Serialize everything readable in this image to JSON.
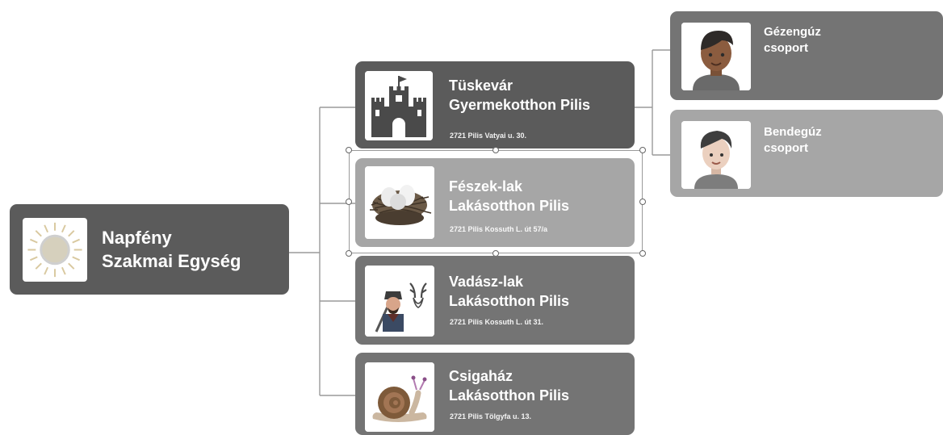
{
  "root": {
    "line1": "Napfény",
    "line2": "Szakmai Egység",
    "icon": "sun-icon"
  },
  "units": [
    {
      "line1": "Tüskevár",
      "line2": "Gyermekotthon Pilis",
      "address": "2721 Pilis Vatyai u. 30.",
      "icon": "castle-icon"
    },
    {
      "line1": "Fészek-lak",
      "line2": "Lakásotthon Pilis",
      "address": "2721 Pilis Kossuth L. út 57/a",
      "icon": "nest-icon"
    },
    {
      "line1": "Vadász-lak",
      "line2": "Lakásotthon Pilis",
      "address": "2721 Pilis Kossuth L. út 31.",
      "icon": "hunter-icon"
    },
    {
      "line1": "Csigaház",
      "line2": "Lakásotthon Pilis",
      "address": "2721 Pilis Tölgyfa u. 13.",
      "icon": "snail-icon"
    }
  ],
  "groups": [
    {
      "line1": "Gézengúz",
      "line2": "csoport",
      "icon": "boy-avatar-icon"
    },
    {
      "line1": "Bendegúz",
      "line2": "csoport",
      "icon": "boy-avatar-icon"
    }
  ],
  "colors": {
    "dark": "#5b5b5b",
    "mid": "#747474",
    "light": "#a6a6a6",
    "connector": "#9a9a9a"
  }
}
